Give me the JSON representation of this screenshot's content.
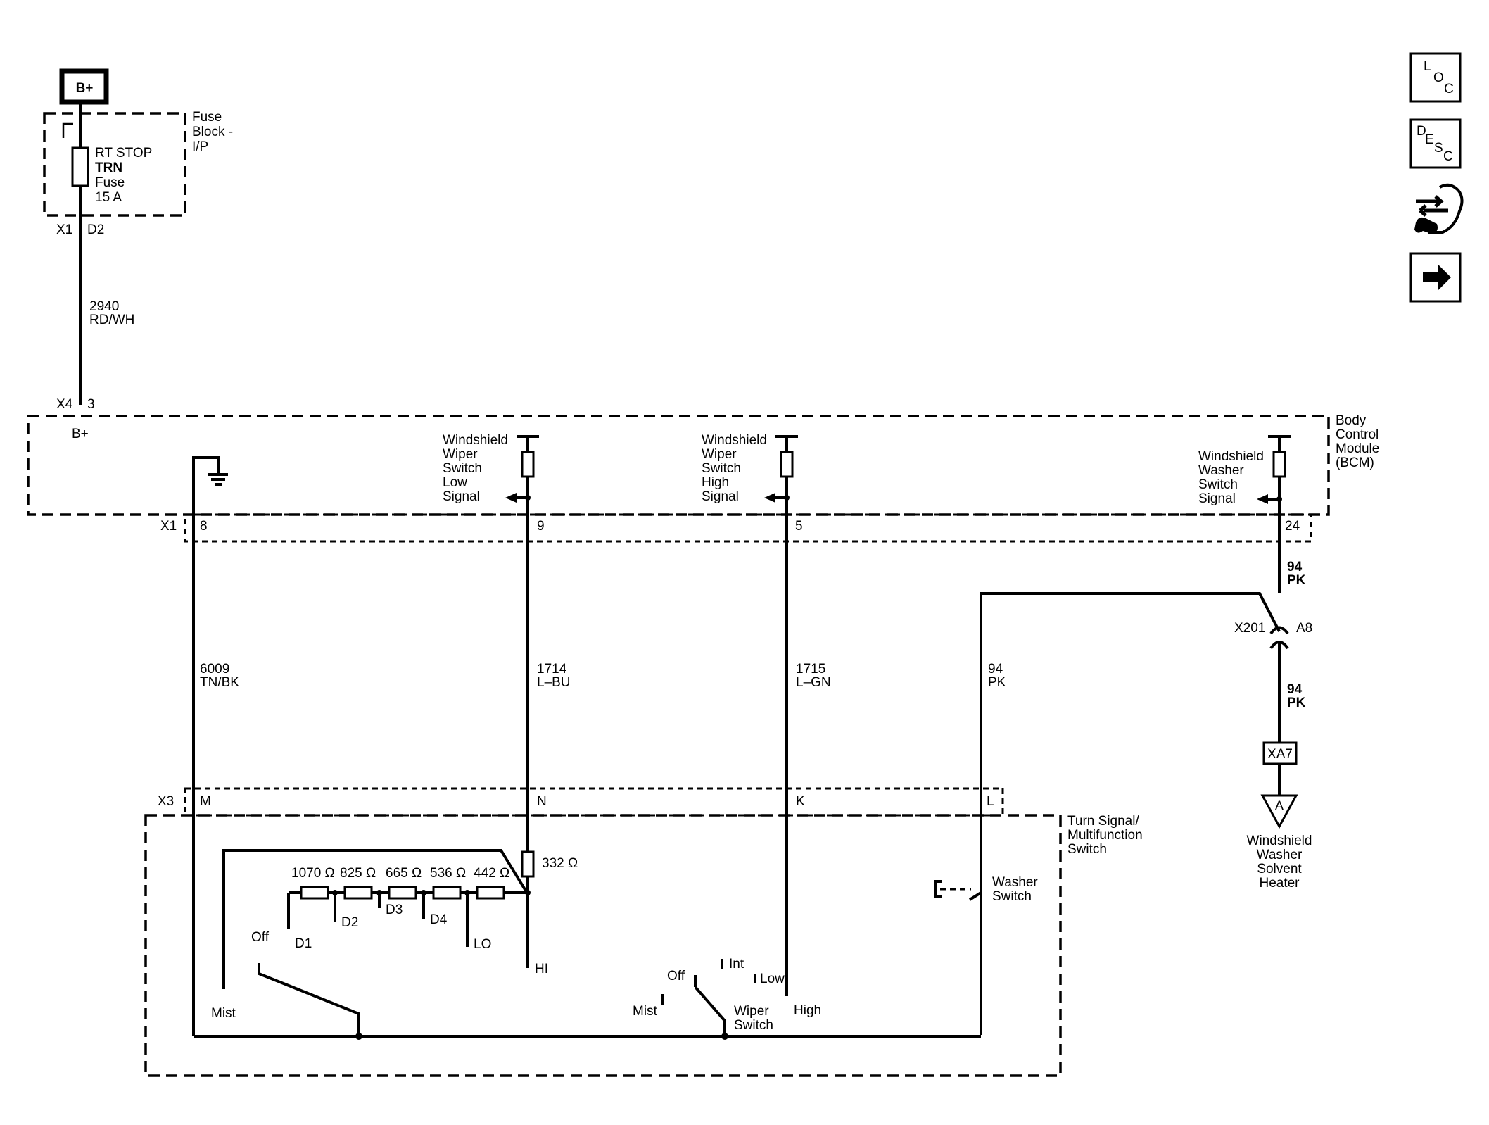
{
  "power": {
    "source": "B+"
  },
  "fuse_block": {
    "label_lines": [
      "Fuse",
      "Block -",
      "I/P"
    ],
    "fuse_lines": [
      "RT STOP",
      "TRN",
      "Fuse",
      "15 A"
    ],
    "connector": "X1",
    "pin": "D2"
  },
  "wire_2940": {
    "circuit": "2940",
    "color": "RD/WH"
  },
  "bcm": {
    "label_lines": [
      "Body",
      "Control",
      "Module",
      "(BCM)"
    ],
    "x4_connector": "X4",
    "x4_pin": "3",
    "bplus": "B+",
    "x1_connector": "X1",
    "pins": [
      "8",
      "9",
      "5",
      "24"
    ],
    "low_signal": [
      "Windshield",
      "Wiper",
      "Switch",
      "Low",
      "Signal"
    ],
    "high_signal": [
      "Windshield",
      "Wiper",
      "Switch",
      "High",
      "Signal"
    ],
    "washer_signal": [
      "Windshield",
      "Washer",
      "Switch",
      "Signal"
    ]
  },
  "wires": {
    "w6009": {
      "circuit": "6009",
      "color": "TN/BK"
    },
    "w1714": {
      "circuit": "1714",
      "color": "L–BU"
    },
    "w1715": {
      "circuit": "1715",
      "color": "L–GN"
    },
    "w94_left": {
      "circuit": "94",
      "color": "PK"
    },
    "w94_top": {
      "circuit": "94",
      "color": "PK"
    },
    "w94_bottom": {
      "circuit": "94",
      "color": "PK"
    }
  },
  "x201": {
    "connector": "X201",
    "pin": "A8"
  },
  "xa7": {
    "label": "XA7",
    "ref": "A"
  },
  "solvent_heater": {
    "lines": [
      "Windshield",
      "Washer",
      "Solvent",
      "Heater"
    ]
  },
  "multifunction": {
    "label_lines": [
      "Turn Signal/",
      "Multifunction",
      "Switch"
    ],
    "connector": "X3",
    "pins": [
      "M",
      "N",
      "K",
      "L"
    ],
    "resistor_332": "332 Ω",
    "resistors": [
      "1070 Ω",
      "825 Ω",
      "665 Ω",
      "536 Ω",
      "442 Ω"
    ],
    "taps": [
      "D1",
      "D2",
      "D3",
      "D4",
      "LO",
      "HI"
    ],
    "delay_switch": {
      "off": "Off",
      "mist": "Mist"
    },
    "wiper_switch": {
      "off": "Off",
      "int": "Int",
      "low": "Low",
      "mist": "Mist",
      "high": "High",
      "label_lines": [
        "Wiper",
        "Switch"
      ]
    },
    "washer_switch": [
      "Washer",
      "Switch"
    ]
  },
  "nav_icons": {
    "loc": [
      "L",
      "O",
      "C"
    ],
    "desc": [
      "D",
      "E",
      "S",
      "C"
    ],
    "service_icon": "service-hand-wrench-icon",
    "next_icon": "right-arrow-icon"
  }
}
